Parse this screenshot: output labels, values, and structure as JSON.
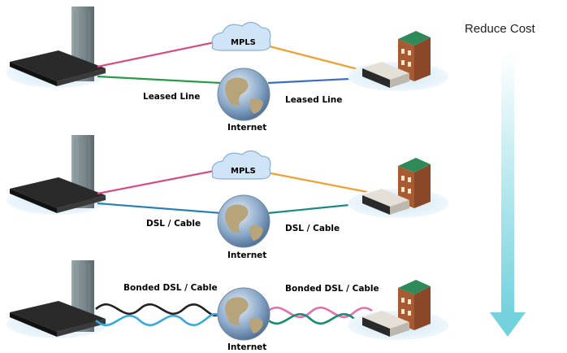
{
  "header": {
    "reduce_cost": "Reduce Cost"
  },
  "rows": [
    {
      "cloud_label": "MPLS",
      "left_link": "Leased Line",
      "right_link": "Leased Line",
      "globe_label": "Internet"
    },
    {
      "cloud_label": "MPLS",
      "left_link": "DSL / Cable",
      "right_link": "DSL / Cable",
      "globe_label": "Internet"
    },
    {
      "left_link": "Bonded DSL / Cable",
      "right_link": "Bonded DSL / Cable",
      "globe_label": "Internet"
    }
  ],
  "colors": {
    "mpls_left": "#d64a86",
    "mpls_right": "#f0a030",
    "leased_left": "#2a9a4a",
    "leased_right": "#3a6fc0",
    "dsl_left": "#2a7fb8",
    "dsl_right": "#1a8a80",
    "bonded_a": "#222222",
    "bonded_b": "#38a8e0",
    "bonded_c": "#e070b0",
    "bonded_d": "#1a8a70",
    "arrow": "#7ad4e0"
  }
}
